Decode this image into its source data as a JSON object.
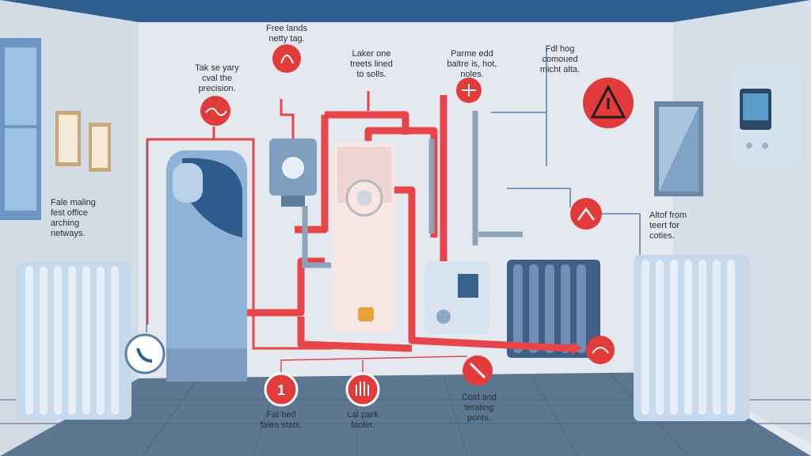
{
  "labels": {
    "top_center_left": "Free lands\nnetty tag.",
    "top_left": "Tak se yary\ncval the\nprecision.",
    "top_middle": "Laker one\ntreets lined\nto solls.",
    "top_right_mid": "Parme edd\nbaltre is, hot,\nnoles.",
    "top_right": "Fdl hog\ncomoued\nmicht alta.",
    "left_side": "Fale maling\nfest office\narching\nnetways.",
    "right_side": "Altof from\nteert for\ncoties.",
    "bottom_left": "Fat hed\nfalea stats.",
    "bottom_mid": "Lal park\nfooler.",
    "bottom_right": "Cold and\nterating\nponts."
  },
  "badges": {
    "number_badge": "1"
  },
  "colors": {
    "hot_pipe": "#e8454a",
    "badge_red": "#e23b3b",
    "wall": "#e3e8ee",
    "ceiling": "#2f5f8f",
    "floor": "#5d7790",
    "radiator": "#c8dcee",
    "tank": "#8fb2d6"
  }
}
